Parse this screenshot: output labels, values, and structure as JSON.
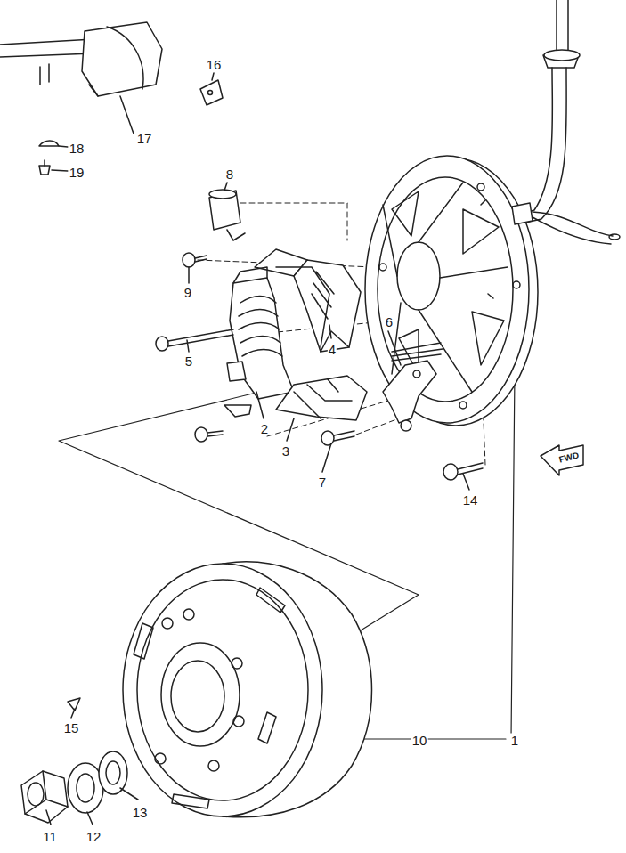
{
  "diagram": {
    "labels": [
      "16",
      "17",
      "18",
      "19",
      "8",
      "9",
      "4",
      "5",
      "2",
      "6",
      "3",
      "7",
      "14",
      "FWD",
      "15",
      "10",
      "1",
      "11",
      "12",
      "13"
    ]
  }
}
